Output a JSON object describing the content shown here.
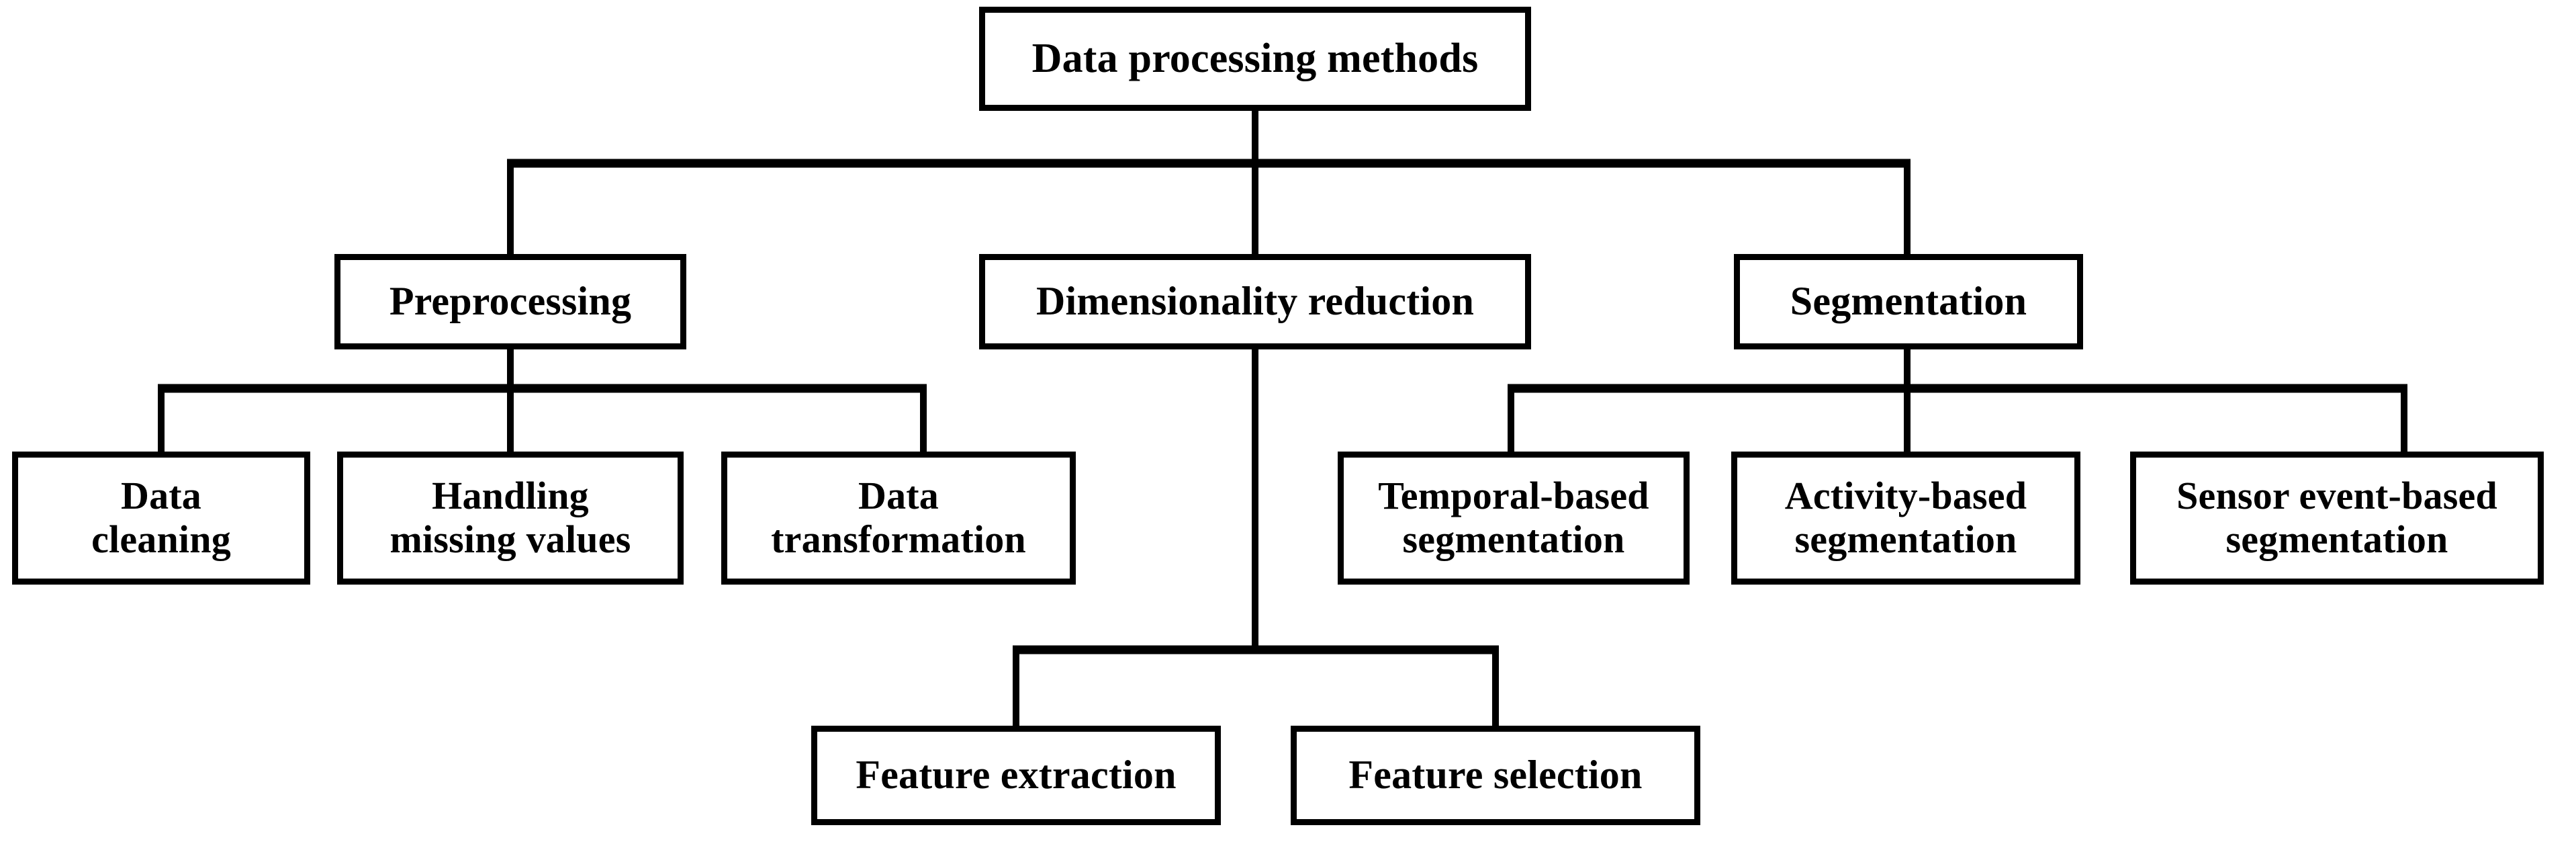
{
  "diagram": {
    "title": "Data processing methods",
    "type": "hierarchy-tree",
    "orientation": "top-down",
    "colors": {
      "background": "#ffffff",
      "box_fill": "#ffffff",
      "box_border": "#000000",
      "connector": "#000000",
      "text": "#000000"
    },
    "root": {
      "label": "Data processing methods"
    },
    "level2": [
      {
        "label": "Preprocessing"
      },
      {
        "label": "Dimensionality reduction"
      },
      {
        "label": "Segmentation"
      }
    ],
    "preprocessing_children": [
      {
        "line1": "Data",
        "line2": "cleaning",
        "label": "Data\ncleaning"
      },
      {
        "line1": "Handling",
        "line2": "missing values",
        "label": "Handling\nmissing values"
      },
      {
        "line1": "Data",
        "line2": "transformation",
        "label": "Data\ntransformation"
      }
    ],
    "segmentation_children": [
      {
        "line1": "Temporal-based",
        "line2": "segmentation",
        "label": "Temporal-based\nsegmentation"
      },
      {
        "line1": "Activity-based",
        "line2": "segmentation",
        "label": "Activity-based\nsegmentation"
      },
      {
        "line1": "Sensor event-based",
        "line2": "segmentation",
        "label": "Sensor event-based\nsegmentation"
      }
    ],
    "dimensionality_children": [
      {
        "label": "Feature extraction"
      },
      {
        "label": "Feature selection"
      }
    ]
  }
}
